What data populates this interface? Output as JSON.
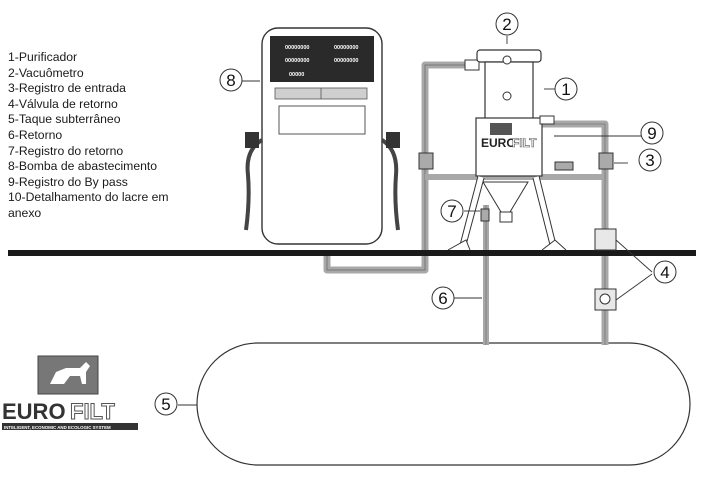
{
  "legend": [
    "1-Purificador",
    "2-Vacuômetro",
    "3-Registro de entrada",
    "4-Válvula de retorno",
    "5-Taque subterrâneo",
    "6-Retorno",
    "7-Registro do retorno",
    "8-Bomba de abastecimento",
    "9-Registro do By pass",
    "10-Detalhamento do lacre em",
    "anexo"
  ],
  "callouts": {
    "c1": "1",
    "c2": "2",
    "c3": "3",
    "c4": "4",
    "c5": "5",
    "c6": "6",
    "c7": "7",
    "c8": "8",
    "c9": "9"
  },
  "pump_display": {
    "row1_left": "00000000",
    "row1_right": "00000000",
    "row2_left": "00000000",
    "row2_right": "00000000",
    "row3": "00000"
  },
  "brand": {
    "euro": "EURO",
    "filt": "FILT",
    "tagline": "INTELIGENT, ECONOMIC AND ECOLOGIC SYSTEM"
  },
  "colors": {
    "pipe": "#a8a8a8",
    "ground": "#1a1a1a",
    "line": "#333333"
  }
}
